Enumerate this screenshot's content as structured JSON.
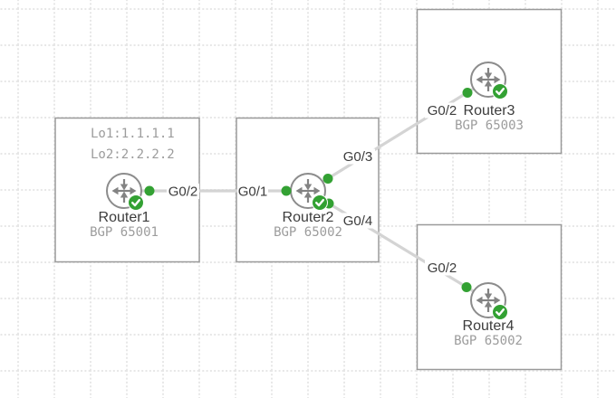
{
  "colors": {
    "background": "#ffffff",
    "grid_dot": "#e7e7e7",
    "box_border": "#9a9a9a",
    "link": "#d4d4d4",
    "router_icon_stroke": "#8c8c8c",
    "status_green": "#33a133",
    "label_dark": "#3c3c3c",
    "label_gray": "#9c9c9c"
  },
  "icons": {
    "node": "router-icon (circle with crossed arrows)",
    "status": "check-circle-icon (green, white check)",
    "interface_state": "green-dot-icon"
  },
  "nodes": [
    {
      "name": "Router1",
      "bgp": "BGP 65001",
      "notes": [
        "Lo1:1.1.1.1",
        "Lo2:2.2.2.2"
      ]
    },
    {
      "name": "Router2",
      "bgp": "BGP 65002",
      "notes": []
    },
    {
      "name": "Router3",
      "bgp": "BGP 65003",
      "notes": []
    },
    {
      "name": "Router4",
      "bgp": "BGP 65002",
      "notes": []
    }
  ],
  "links": [
    {
      "a": "Router1",
      "a_if": "G0/2",
      "b": "Router2",
      "b_if": "G0/1"
    },
    {
      "a": "Router2",
      "a_if": "G0/3",
      "b": "Router3",
      "b_if": "G0/2"
    },
    {
      "a": "Router2",
      "a_if": "G0/4",
      "b": "Router4",
      "b_if": "G0/2"
    }
  ]
}
